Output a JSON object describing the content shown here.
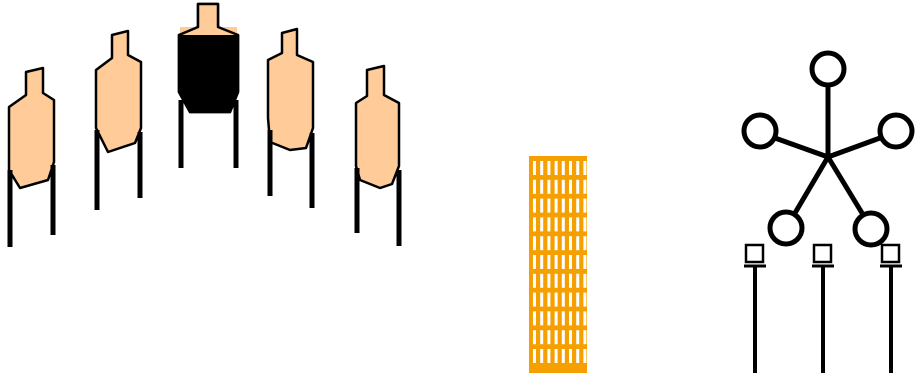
{
  "colors": {
    "background": "#ffffff",
    "silo_fill": "#ffcc99",
    "silo_active_fill": "#000000",
    "outline": "#000000",
    "grid_orange": "#f5a000",
    "grid_slots": "#ffffff"
  },
  "silos": [
    {
      "name": "silo-1",
      "state": "normal"
    },
    {
      "name": "silo-2",
      "state": "normal"
    },
    {
      "name": "silo-3",
      "state": "active"
    },
    {
      "name": "silo-4",
      "state": "normal"
    },
    {
      "name": "silo-5",
      "state": "normal"
    }
  ],
  "distributor": {
    "icon": "five-way-distributor-icon",
    "outlets": 5
  },
  "feed_points": {
    "icon": "feed-point-icon",
    "count": 3
  }
}
